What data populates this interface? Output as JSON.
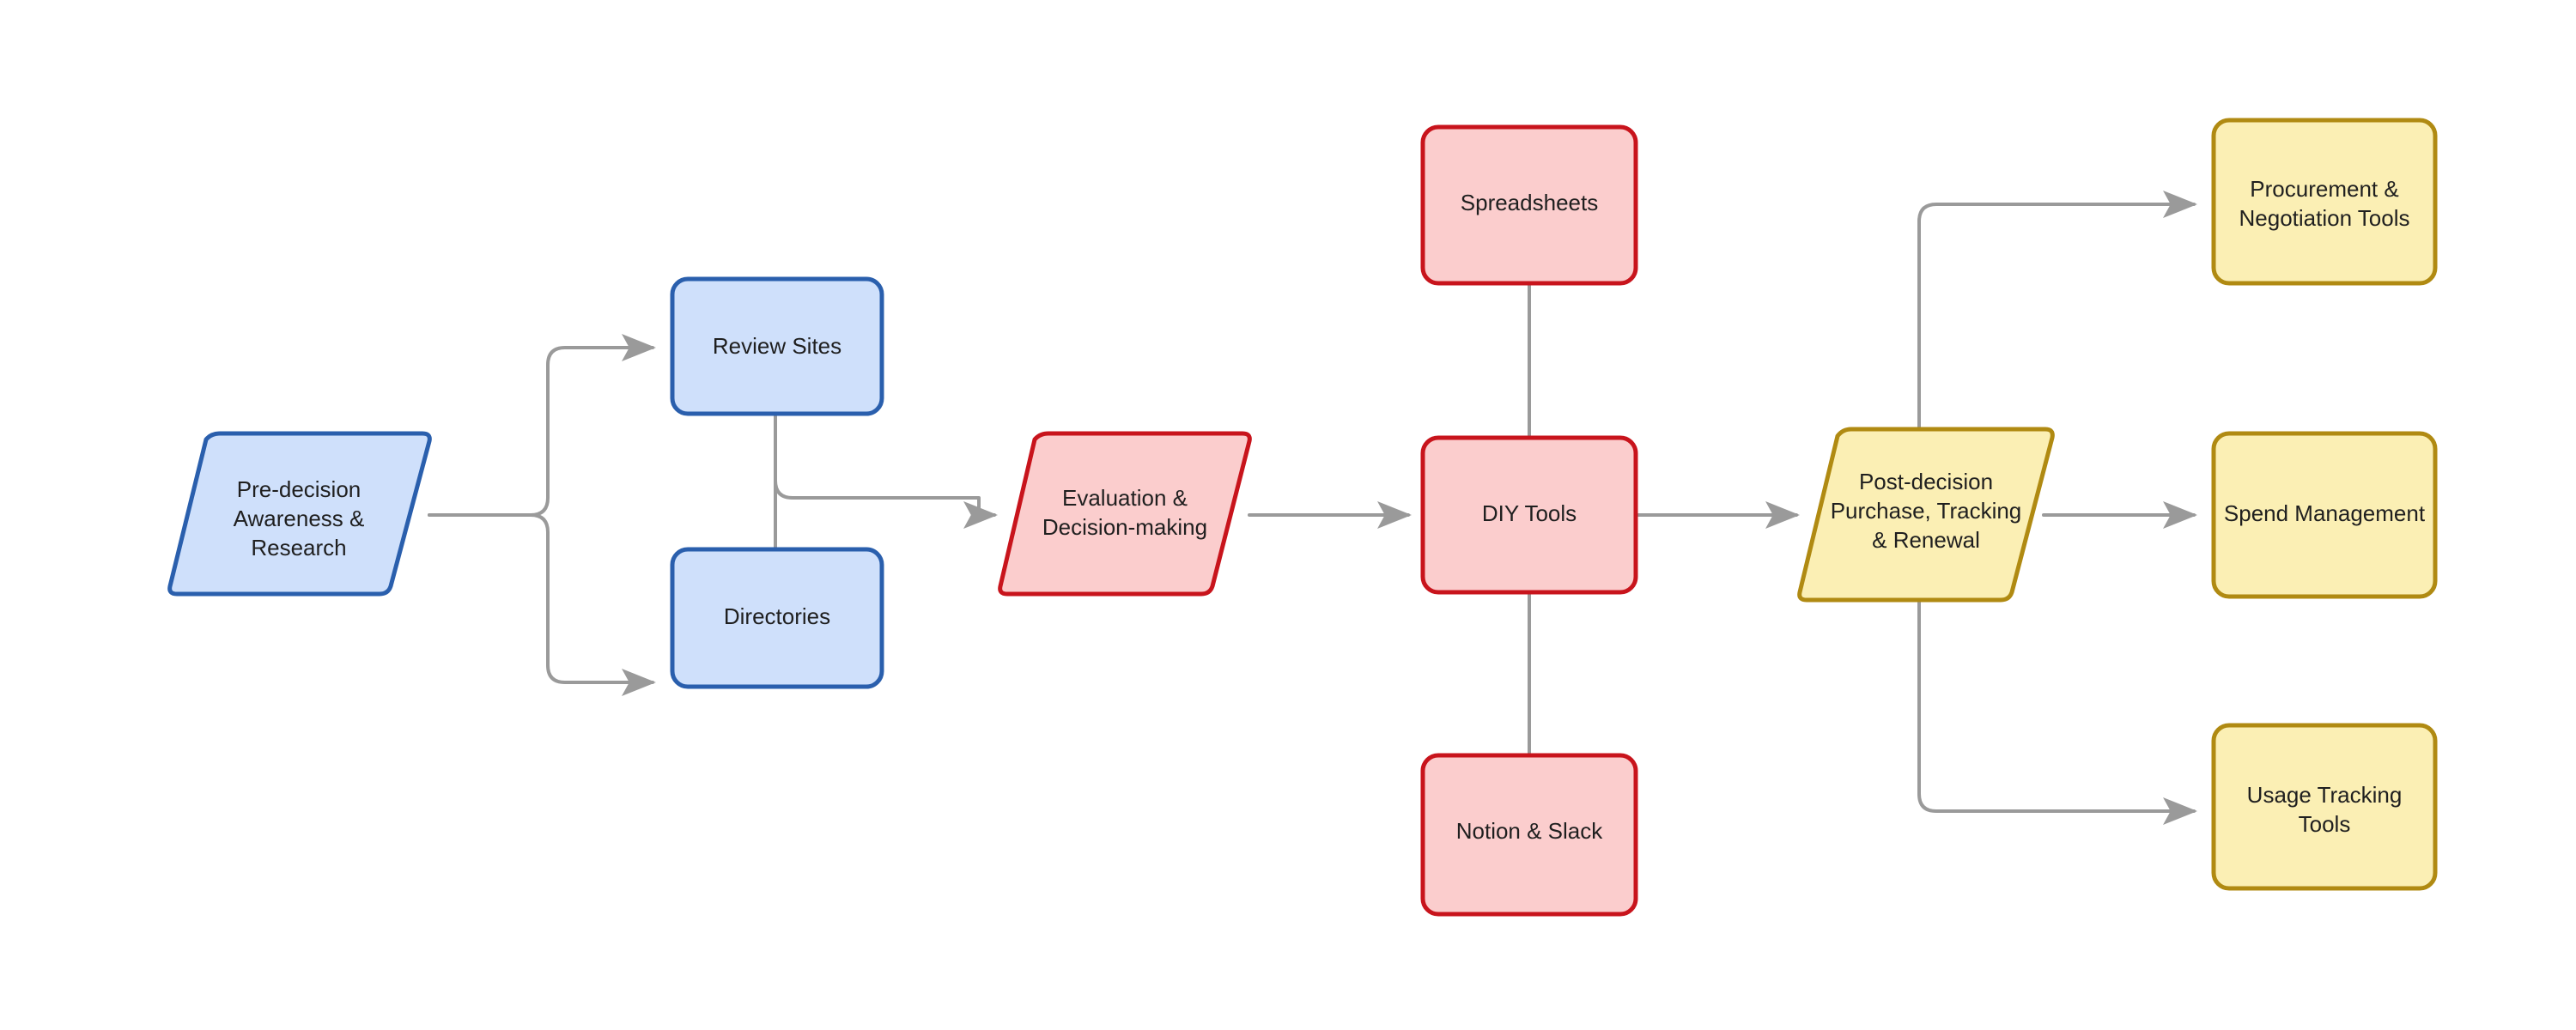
{
  "diagram": {
    "type": "flowchart",
    "orientation": "left-to-right",
    "background": "#ffffff",
    "edge_color": "#9a9a9a",
    "palette": {
      "blue_fill": "#cfe0fb",
      "blue_stroke": "#2a5fad",
      "red_fill": "#fbcdcd",
      "red_stroke": "#c8141c",
      "yellow_fill": "#fbefb4",
      "yellow_stroke": "#b08a12",
      "text": "#1f1f1f"
    },
    "nodes": {
      "pre_decision": {
        "label_line_1": "Pre-decision",
        "label_line_2": "Awareness &",
        "label_line_3": "Research",
        "shape": "parallelogram",
        "color": "blue"
      },
      "review_sites": {
        "label": "Review Sites",
        "shape": "rounded-rectangle",
        "color": "blue"
      },
      "directories": {
        "label": "Directories",
        "shape": "rounded-rectangle",
        "color": "blue"
      },
      "evaluation": {
        "label_line_1": "Evaluation &",
        "label_line_2": "Decision-making",
        "shape": "parallelogram",
        "color": "red"
      },
      "spreadsheets": {
        "label": "Spreadsheets",
        "shape": "rounded-rectangle",
        "color": "red"
      },
      "diy_tools": {
        "label": "DIY Tools",
        "shape": "rounded-rectangle",
        "color": "red"
      },
      "notion_slack": {
        "label": "Notion & Slack",
        "shape": "rounded-rectangle",
        "color": "red"
      },
      "post_decision": {
        "label_line_1": "Post-decision",
        "label_line_2": "Purchase, Tracking",
        "label_line_3": "& Renewal",
        "shape": "parallelogram",
        "color": "yellow"
      },
      "procurement": {
        "label_line_1": "Procurement &",
        "label_line_2": "Negotiation Tools",
        "shape": "rounded-rectangle",
        "color": "yellow"
      },
      "spend_management": {
        "label": "Spend Management",
        "shape": "rounded-rectangle",
        "color": "yellow"
      },
      "usage_tracking": {
        "label_line_1": "Usage Tracking",
        "label_line_2": "Tools",
        "shape": "rounded-rectangle",
        "color": "yellow"
      }
    },
    "edges": [
      {
        "from": "pre_decision",
        "to": "review_sites",
        "arrow": true
      },
      {
        "from": "pre_decision",
        "to": "directories",
        "arrow": true
      },
      {
        "from": "review_sites",
        "to": "evaluation",
        "arrow": true
      },
      {
        "from": "directories",
        "to": "evaluation",
        "arrow": false
      },
      {
        "from": "evaluation",
        "to": "diy_tools",
        "arrow": true
      },
      {
        "from": "spreadsheets",
        "to": "diy_tools",
        "arrow": false
      },
      {
        "from": "notion_slack",
        "to": "diy_tools",
        "arrow": false
      },
      {
        "from": "diy_tools",
        "to": "post_decision",
        "arrow": true
      },
      {
        "from": "post_decision",
        "to": "procurement",
        "arrow": true
      },
      {
        "from": "post_decision",
        "to": "spend_management",
        "arrow": true
      },
      {
        "from": "post_decision",
        "to": "usage_tracking",
        "arrow": true
      }
    ]
  }
}
